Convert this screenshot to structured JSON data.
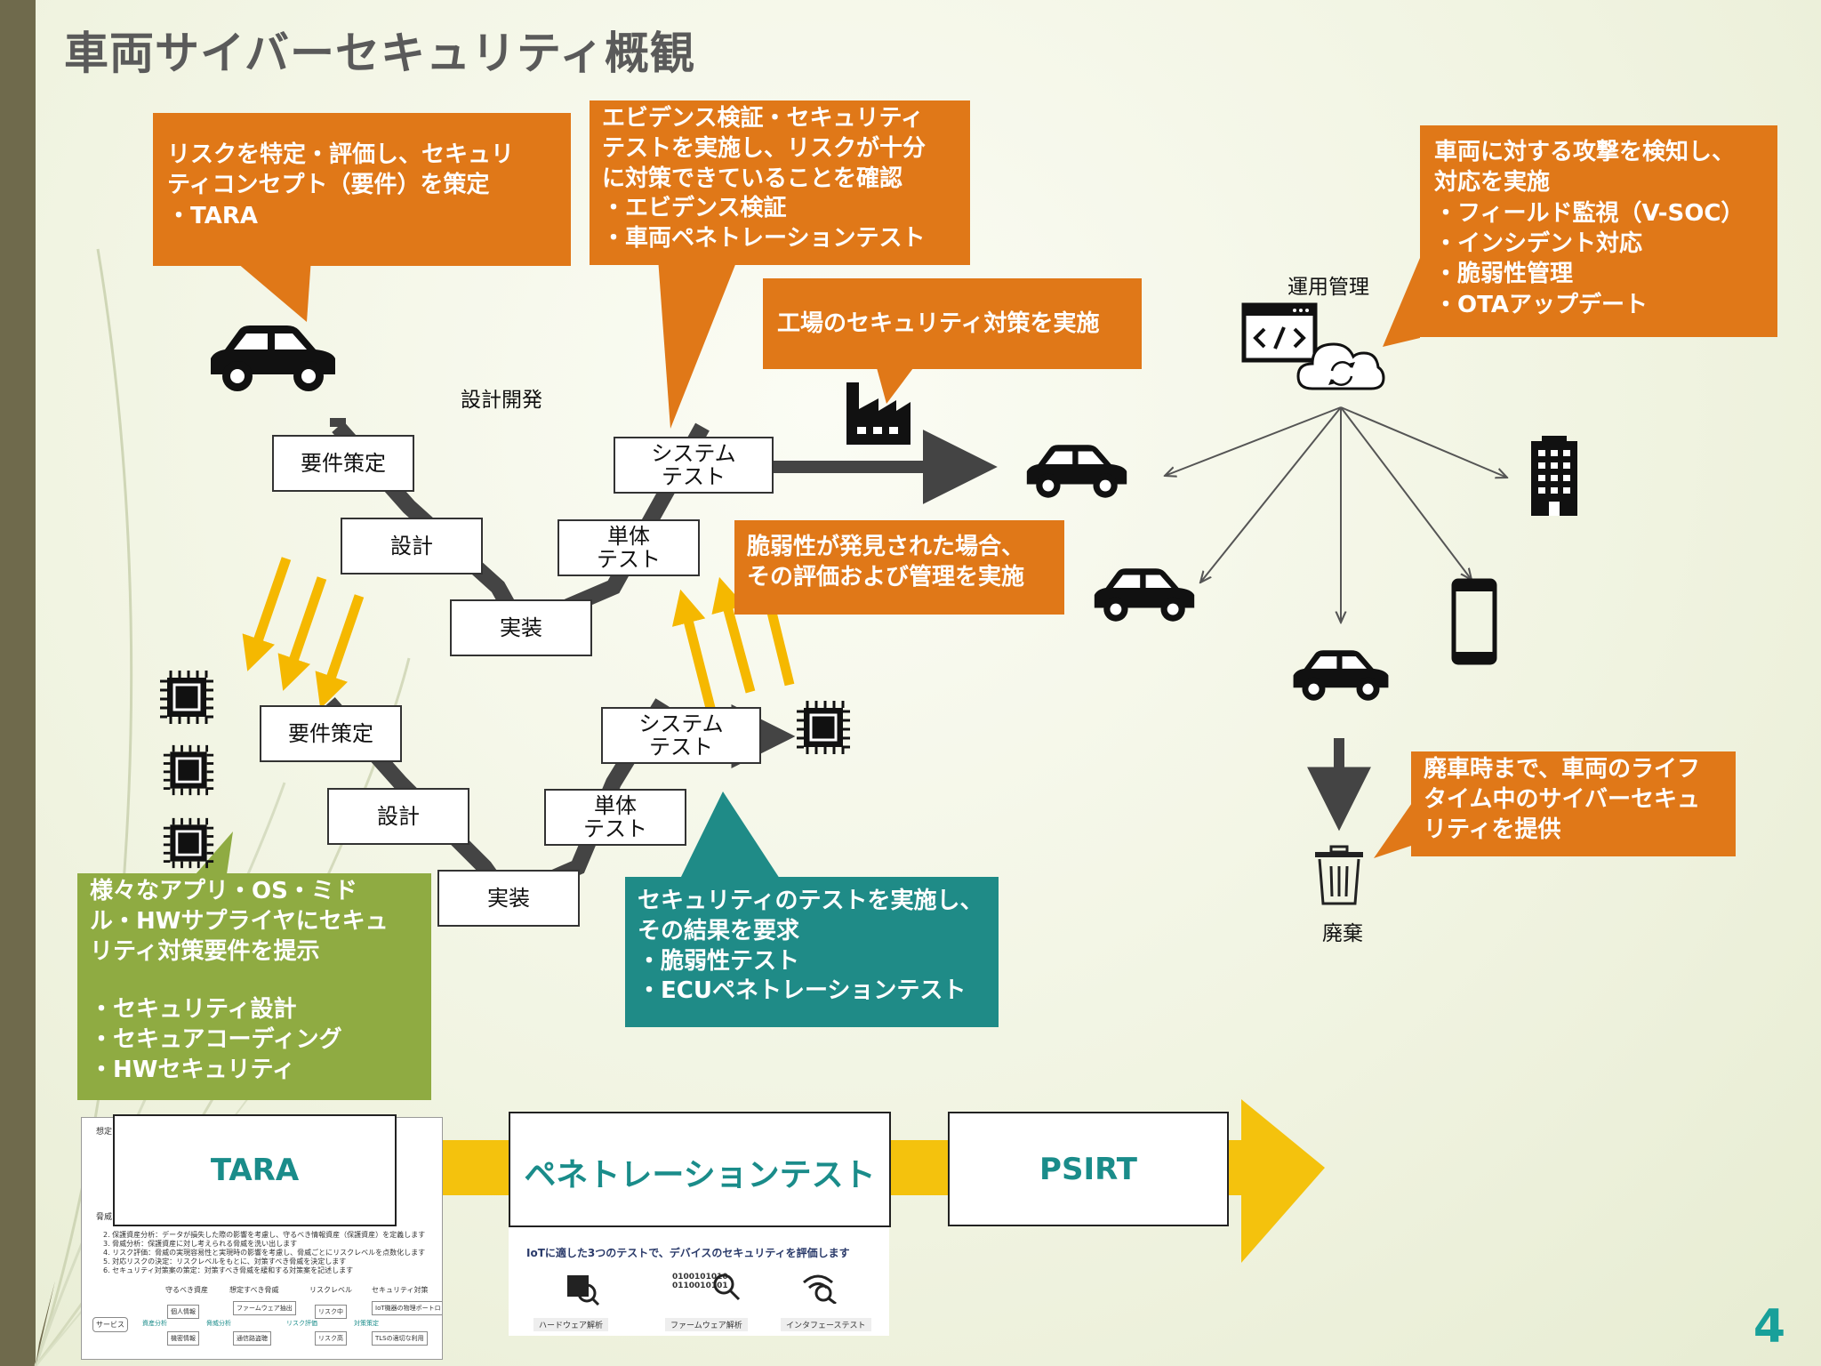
{
  "title": "車両サイバーセキュリティ概観",
  "callouts": {
    "tara": [
      "リスクを特定・評価し、セキュリ",
      "ティコンセプト（要件）を策定",
      "・TARA"
    ],
    "evidence": [
      "エビデンス検証・セキュリティ",
      "テストを実施し、リスクが十分",
      "に対策できていることを確認",
      "・エビデンス検証",
      "・車両ペネトレーションテスト"
    ],
    "factory": [
      "工場のセキュリティ対策を実施"
    ],
    "detect": [
      "車両に対する攻撃を検知し、",
      "対応を実施",
      "・フィールド監視（V-SOC）",
      "・インシデント対応",
      "・脆弱性管理",
      "・OTAアップデート"
    ],
    "vuln": [
      "脆弱性が発見された場合、",
      "その評価および管理を実施"
    ],
    "lifetime": [
      "廃車時まで、車両のライフ",
      "タイム中のサイバーセキュ",
      "リティを提供"
    ],
    "supplier": [
      "様々なアプリ・OS・ミド",
      "ル・HWサプライヤにセキュ",
      "リティ対策要件を提示",
      "",
      "・セキュリティ設計",
      "・セキュアコーディング",
      "・HWセキュリティ"
    ],
    "sectest": [
      "セキュリティのテストを実施し、",
      "その結果を要求",
      "・脆弱性テスト",
      "・ECUペネトレーションテスト"
    ]
  },
  "labels": {
    "design_dev": "設計開発",
    "operation": "運用管理",
    "disposal": "廃棄"
  },
  "v_upper": {
    "req": "要件策定",
    "design": "設計",
    "impl": "実装",
    "unit": [
      "単体",
      "テスト"
    ],
    "system": [
      "システム",
      "テスト"
    ]
  },
  "v_lower": {
    "req": "要件策定",
    "design": "設計",
    "impl": "実装",
    "unit": [
      "単体",
      "テスト"
    ],
    "system": [
      "システム",
      "テスト"
    ]
  },
  "flow": {
    "tara": "TARA",
    "pentest": "ペネトレーションテスト",
    "psirt": "PSIRT"
  },
  "doc_tara": {
    "head1": "想定",
    "head2": "脅威",
    "lines": [
      "2. 保護資産分析：データが損失した際の影響を考慮し、守るべき情報資産（保護資産）を定義します",
      "3. 脅威分析：保護資産に対し考えられる脅威を洗い出します",
      "4. リスク評価：脅威の実現容易性と実現時の影響を考慮し、脅威ごとにリスクレベルを点数化します",
      "5. 対応リスクの決定：リスクレベルをもとに、対策すべき脅威を決定します",
      "6. セキュリティ対策案の策定：対策すべき脅威を緩和する対策案を記述します"
    ],
    "cols": [
      "守るべき資産",
      "想定すべき脅威",
      "リスクレベル",
      "セキュリティ対策"
    ],
    "cells": [
      "個人情報",
      "ファームウェア抽出",
      "リスク中",
      "IoT機器の物理ポートロック",
      "機密情報",
      "通信路盗聴",
      "リスク高",
      "TLSの適切な利用"
    ],
    "service": "サービス",
    "steps": [
      "資産分析",
      "脅威分析",
      "リスク評価",
      "対策策定"
    ]
  },
  "doc_pen": {
    "caption": "IoTに適した3つのテストで、デバイスのセキュリティを評価します",
    "binary": "0100101010 0110010101",
    "items": [
      "ハードウェア解析",
      "ファームウェア解析",
      "インタフェーステスト"
    ]
  },
  "page_number": "4",
  "colors": {
    "orange": "#e07818",
    "green": "#8fab42",
    "teal": "#1f8b87",
    "arrow_yellow": "#f5b800",
    "flow_yellow": "#f4c20d",
    "title_gray": "#5a5a5a",
    "page_number": "#18a09a"
  },
  "icons": [
    "car-icon",
    "factory-icon",
    "building-icon",
    "smartphone-icon",
    "trash-icon",
    "code-window-icon",
    "cloud-sync-icon",
    "chip-icon"
  ]
}
